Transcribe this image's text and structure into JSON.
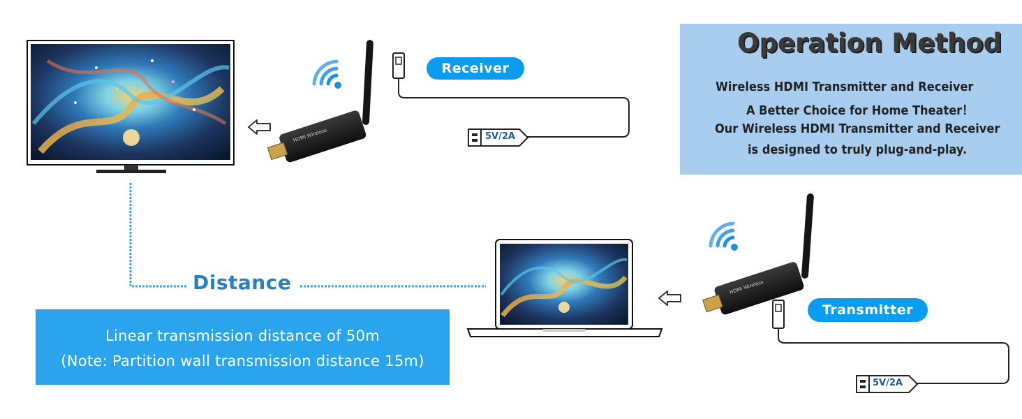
{
  "operation": {
    "title": "Operation Method",
    "lines": [
      "Wireless HDMI Transmitter and Receiver",
      "A Better Choice for Home Theater！",
      "Our Wireless HDMI Transmitter and Receiver",
      "is designed to truly plug-and-play."
    ]
  },
  "receiver": {
    "label": "Receiver",
    "power": "5V/2A",
    "device_text": "HDMI Wireless"
  },
  "transmitter": {
    "label": "Transmitter",
    "power": "5V/2A",
    "device_text": "HDMI Wireless"
  },
  "distance": {
    "label": "Distance",
    "line1": "Linear transmission distance of 50m",
    "line2": "(Note: Partition wall transmission distance 15m)"
  },
  "colors": {
    "accent": "#0a9cf0",
    "panel": "#a9cdef",
    "box": "#2aa4ec",
    "distance_text": "#2a7fc0"
  },
  "icons": {
    "wifi": "wifi-icon",
    "arrow": "left-arrow-icon",
    "usb": "usb-plug-icon",
    "tv": "tv-icon",
    "laptop": "laptop-icon",
    "dongle": "hdmi-dongle-icon"
  }
}
